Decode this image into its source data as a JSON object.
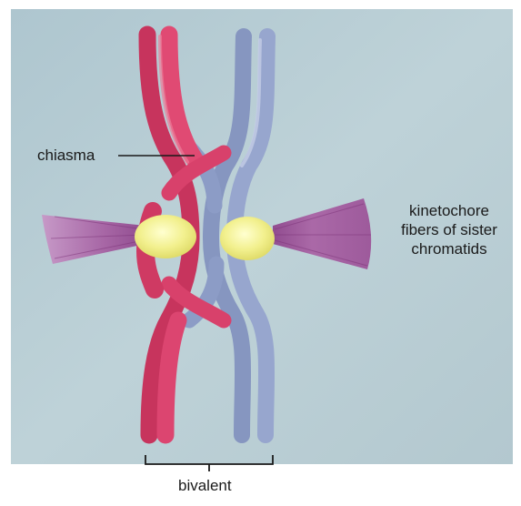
{
  "labels": {
    "chiasma": "chiasma",
    "kinetochore_lines": [
      "kinetochore",
      "fibers of sister",
      "chromatids"
    ],
    "bivalent": "bivalent"
  },
  "colors": {
    "background": "#b9cfd6",
    "homolog_red": "#d8416b",
    "homolog_blue": "#8f9fc8",
    "centromere": "#f2f08e",
    "kinetochore_fibers": "#a8579c",
    "text": "#1a1a1a"
  }
}
